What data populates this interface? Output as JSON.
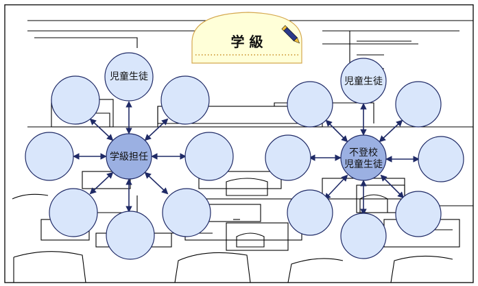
{
  "title": "学 級",
  "left_group": {
    "center": "学級担任",
    "top_label": "児童生徒"
  },
  "right_group": {
    "center_line1": "不登校",
    "center_line2": "児童生徒",
    "top_label": "児童生徒"
  },
  "colors": {
    "outer_circle_fill": "#d9e6fb",
    "center_circle_fill": "#9bb0e2",
    "circle_stroke": "#1f2a66",
    "arrow": "#1f2a66",
    "banner_fill": "#ffffd8",
    "banner_stroke": "#d4a74d",
    "background_lines": "#000000"
  },
  "icons": [
    "pencil-icon"
  ]
}
